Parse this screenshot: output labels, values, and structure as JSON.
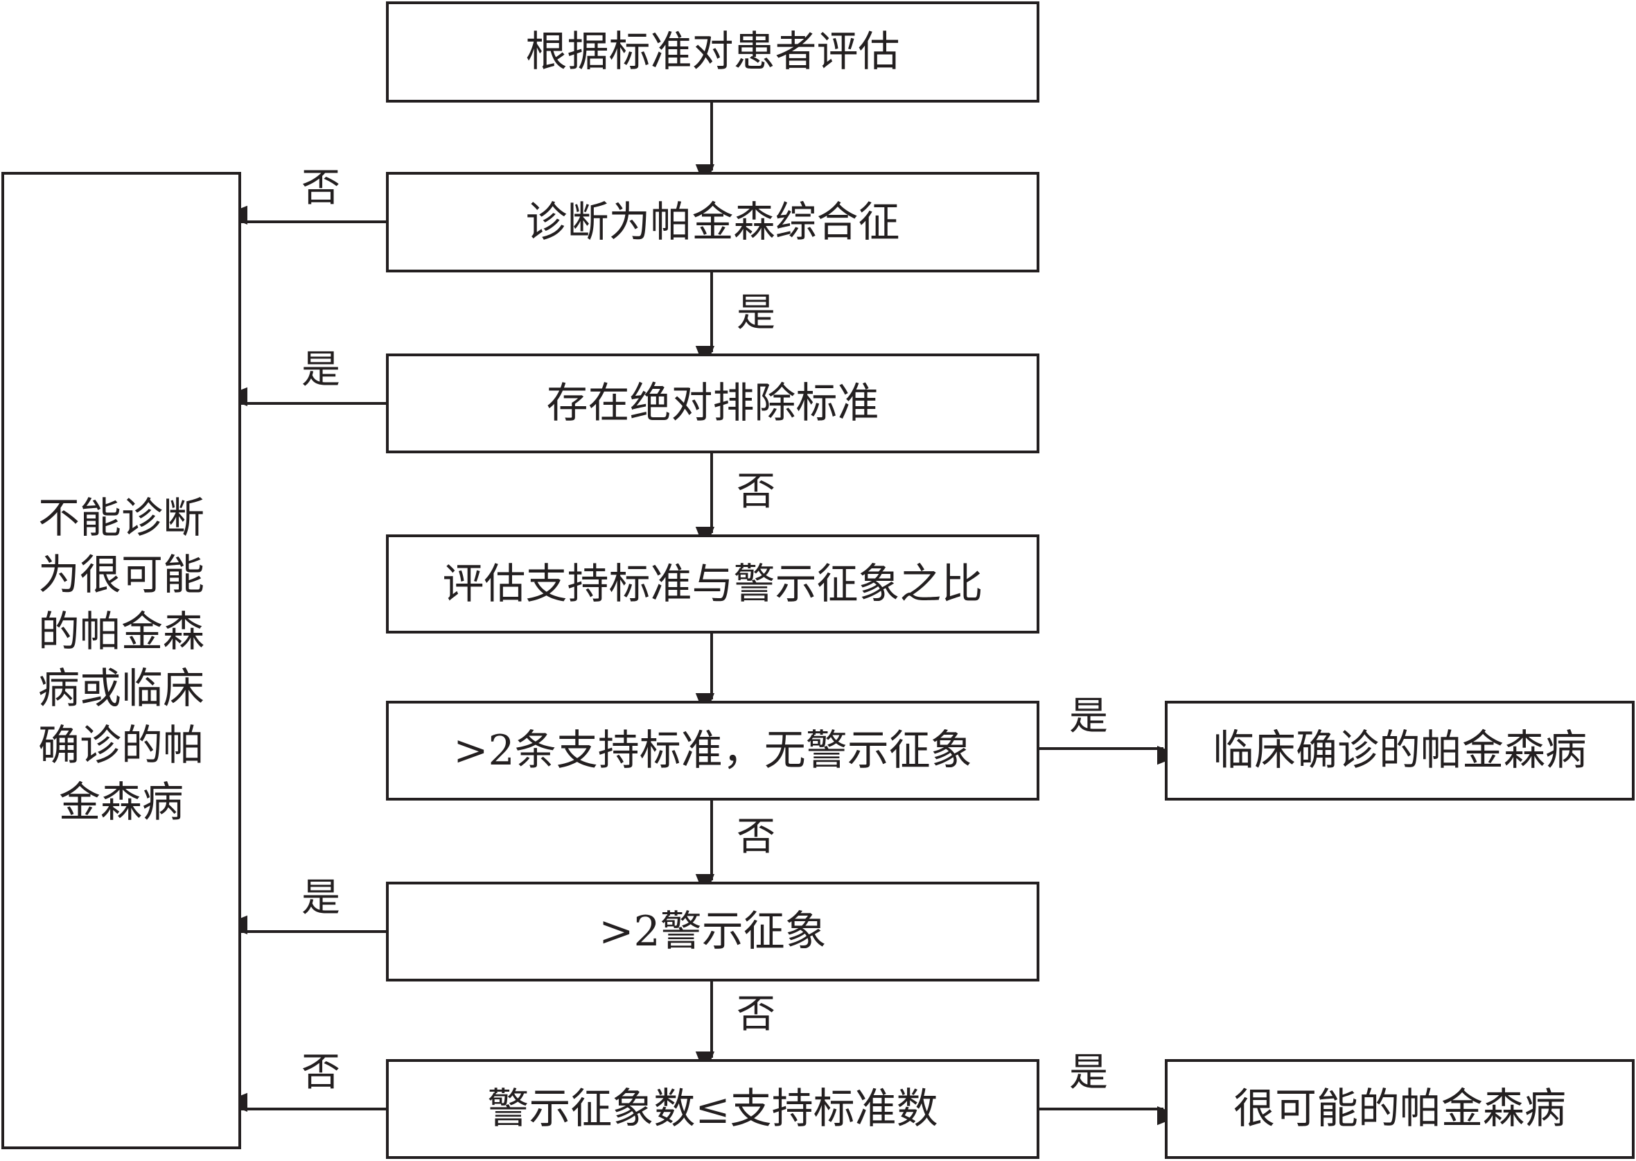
{
  "flowchart": {
    "steps": {
      "assess": "根据标准对患者评估",
      "diagnose_ps": "诊断为帕金森综合征",
      "absolute_exclusion": "存在绝对排除标准",
      "ratio": "评估支持标准与警示征象之比",
      "support_gt2": ">2条支持标准，无警示征象",
      "redflag_gt2": ">2警示征象",
      "redflag_le_support": "警示征象数≤支持标准数"
    },
    "outcomes": {
      "not_diagnosed": "不能诊断为很可能的帕金森病或临床确诊的帕金森病",
      "clinically_established": "临床确诊的帕金森病",
      "probable": "很可能的帕金森病"
    },
    "labels": {
      "yes": "是",
      "no": "否"
    }
  }
}
